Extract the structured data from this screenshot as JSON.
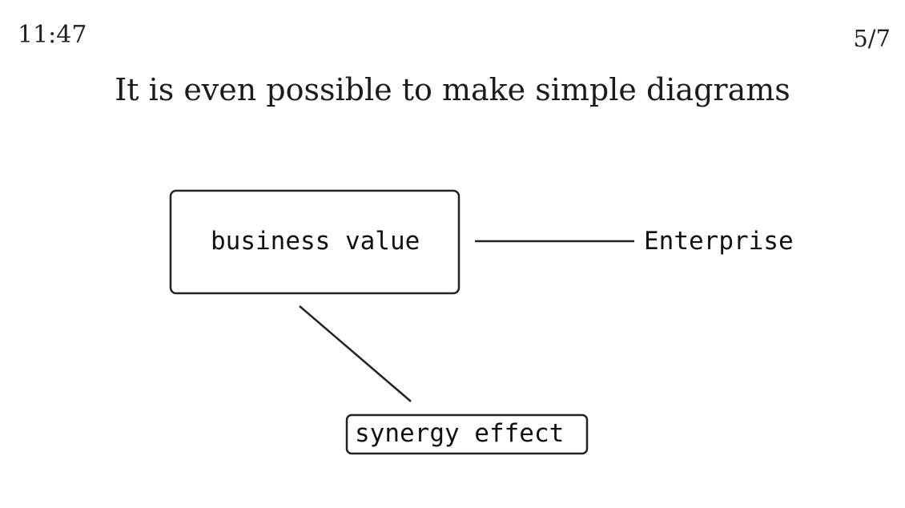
{
  "header": {
    "clock": "11:47",
    "page_counter": "5/7"
  },
  "slide": {
    "title": "It is even possible to make simple diagrams"
  },
  "diagram": {
    "nodes": {
      "business_value": "business value",
      "enterprise": "Enterprise",
      "synergy_effect": "synergy effect"
    }
  }
}
